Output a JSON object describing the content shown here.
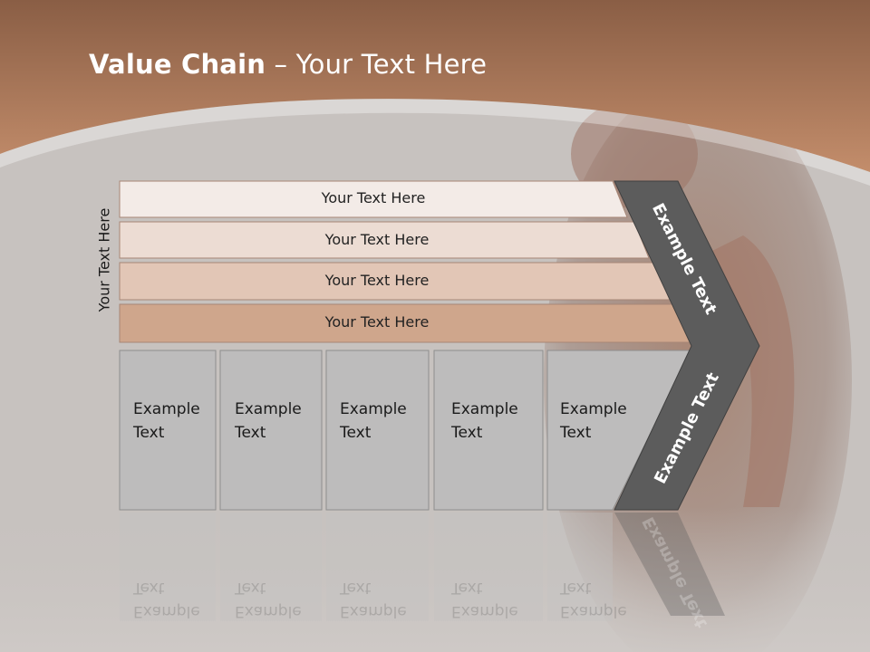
{
  "slide": {
    "title_bold": "Value Chain",
    "title_rest": " – Your Text Here",
    "side_label": "Your Text Here",
    "bars": [
      {
        "label": "Your Text Here",
        "color": "#f3ebe7"
      },
      {
        "label": "Your Text Here",
        "color": "#ecdcd3"
      },
      {
        "label": "Your Text Here",
        "color": "#e2c6b6"
      },
      {
        "label": "Your Text Here",
        "color": "#cfa68c"
      }
    ],
    "columns": [
      {
        "line1": "Example",
        "line2": "Text"
      },
      {
        "line1": "Example",
        "line2": "Text"
      },
      {
        "line1": "Example",
        "line2": "Text"
      },
      {
        "line1": "Example",
        "line2": "Text"
      },
      {
        "line1": "Example",
        "line2": "Text"
      }
    ],
    "chevron_upper": "Example Text",
    "chevron_lower": "Example Text"
  },
  "colors": {
    "header": "#a56c4c",
    "chevron": "#5c5c5c",
    "column_fill": "#bdbcbc"
  }
}
